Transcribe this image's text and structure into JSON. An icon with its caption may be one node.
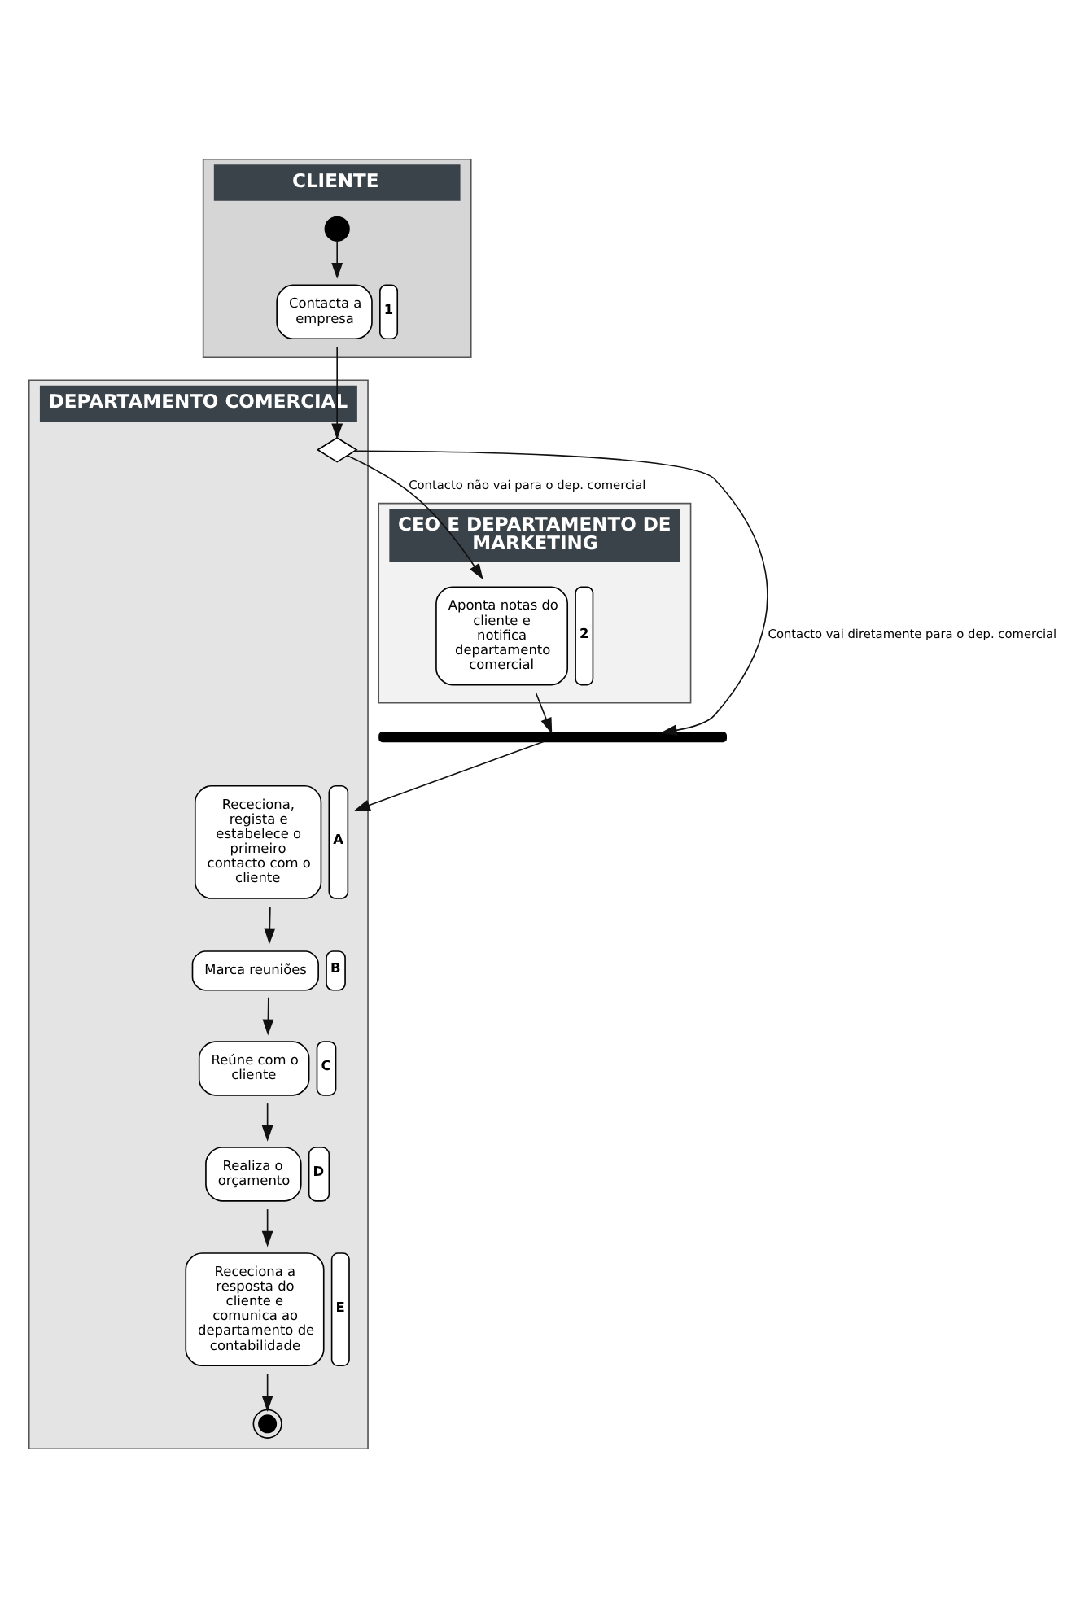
{
  "diagram": {
    "nodes": [
      {
        "text": [
          "CLIENTE"
        ]
      },
      {
        "text": [
          "DEPARTAMENTO COMERCIAL"
        ]
      },
      {
        "text": [
          "CEO E DEPARTAMENTO DE MARKETING"
        ]
      },
      {
        "text": [],
        "shape": "circle",
        "in": 0
      },
      {
        "text": [
          "Contacta a empresa"
        ],
        "beside": [
          "1"
        ],
        "in": 0
      },
      {
        "text": [],
        "shape": "diamond",
        "in": 1
      },
      {
        "text": [
          "Aponta notas do cliente e notifica departamento comercial"
        ],
        "beside": [
          "2"
        ],
        "in": 2
      },
      {
        "text": [],
        "shape": "bar"
      },
      {
        "text": [
          "Receciona, regista e estabelece o primeiro contacto com o cliente"
        ],
        "beside": [
          "A"
        ],
        "in": 1
      },
      {
        "text": [
          "Marca reuniões"
        ],
        "beside": [
          "B"
        ],
        "in": 1
      },
      {
        "text": [
          "Reúne com o cliente"
        ],
        "beside": [
          "C"
        ],
        "in": 1
      },
      {
        "text": [
          "Realiza o orçamento"
        ],
        "beside": [
          "D"
        ],
        "in": 1
      },
      {
        "text": [
          "Receciona a resposta do cliente e comunica ao departamento de contabilidade"
        ],
        "beside": [
          "E"
        ],
        "in": 1
      },
      {
        "text": [],
        "shape": "bullseye",
        "in": 1
      }
    ],
    "edges": [
      {
        "from": 3,
        "to": 4,
        "arrow": "to"
      },
      {
        "from": 4,
        "to": 5,
        "arrow": "to"
      },
      {
        "from": 5,
        "to": 7,
        "arrow": "to",
        "label": "Contacto vai diretamente para o dep. comercial"
      },
      {
        "from": 5,
        "to": 6,
        "arrow": "to",
        "label": "Contacto não vai para o dep. comercial"
      },
      {
        "from": 6,
        "to": 7,
        "arrow": "to"
      },
      {
        "from": 7,
        "to": 8,
        "arrow": "to"
      },
      {
        "from": 8,
        "to": 9,
        "arrow": "to"
      },
      {
        "from": 9,
        "to": 10,
        "arrow": "to"
      },
      {
        "from": 10,
        "to": 11,
        "arrow": "to"
      },
      {
        "from": 11,
        "to": 12,
        "arrow": "to"
      },
      {
        "from": 12,
        "to": 13,
        "arrow": "to"
      }
    ]
  }
}
